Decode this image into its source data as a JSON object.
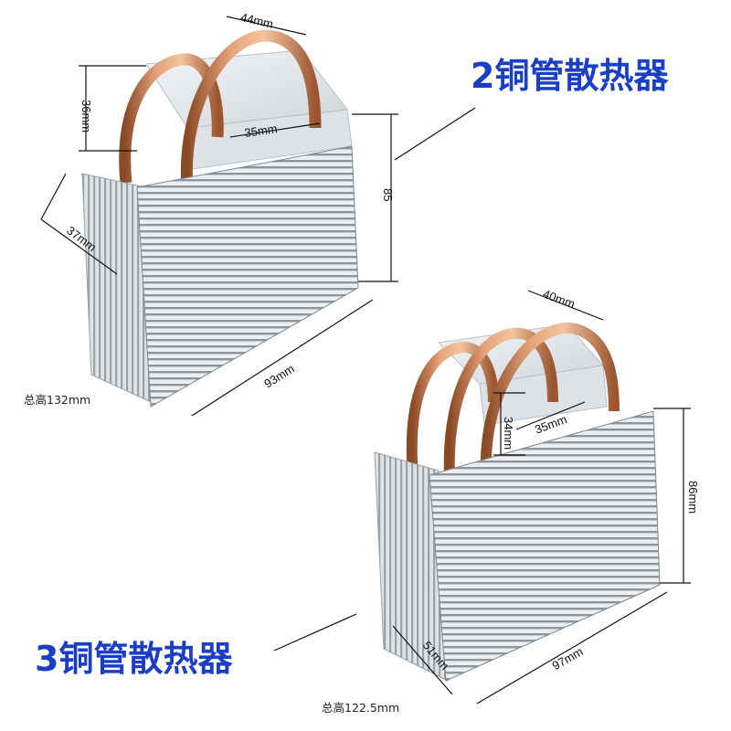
{
  "titles": {
    "two_pipe": "2铜管散热器",
    "three_pipe": "3铜管散热器"
  },
  "notes": {
    "two_pipe_total_height": "总高132mm",
    "three_pipe_total_height": "总高122.5mm"
  },
  "cooler_two_pipe": {
    "top_width": "44mm",
    "top_height": "36mm",
    "inner_width": "35mm",
    "height": "85",
    "depth": "37mm",
    "width": "93mm"
  },
  "cooler_three_pipe": {
    "top_width": "40mm",
    "top_height": "34mm",
    "inner_width": "35mm",
    "height": "86mm",
    "depth": "51mm",
    "width": "97mm"
  },
  "colors": {
    "title_blue": "#1a3fc4",
    "copper": "#c97a4a",
    "fin_light": "#eef0f2",
    "fin_dark": "#9aa0a6"
  }
}
